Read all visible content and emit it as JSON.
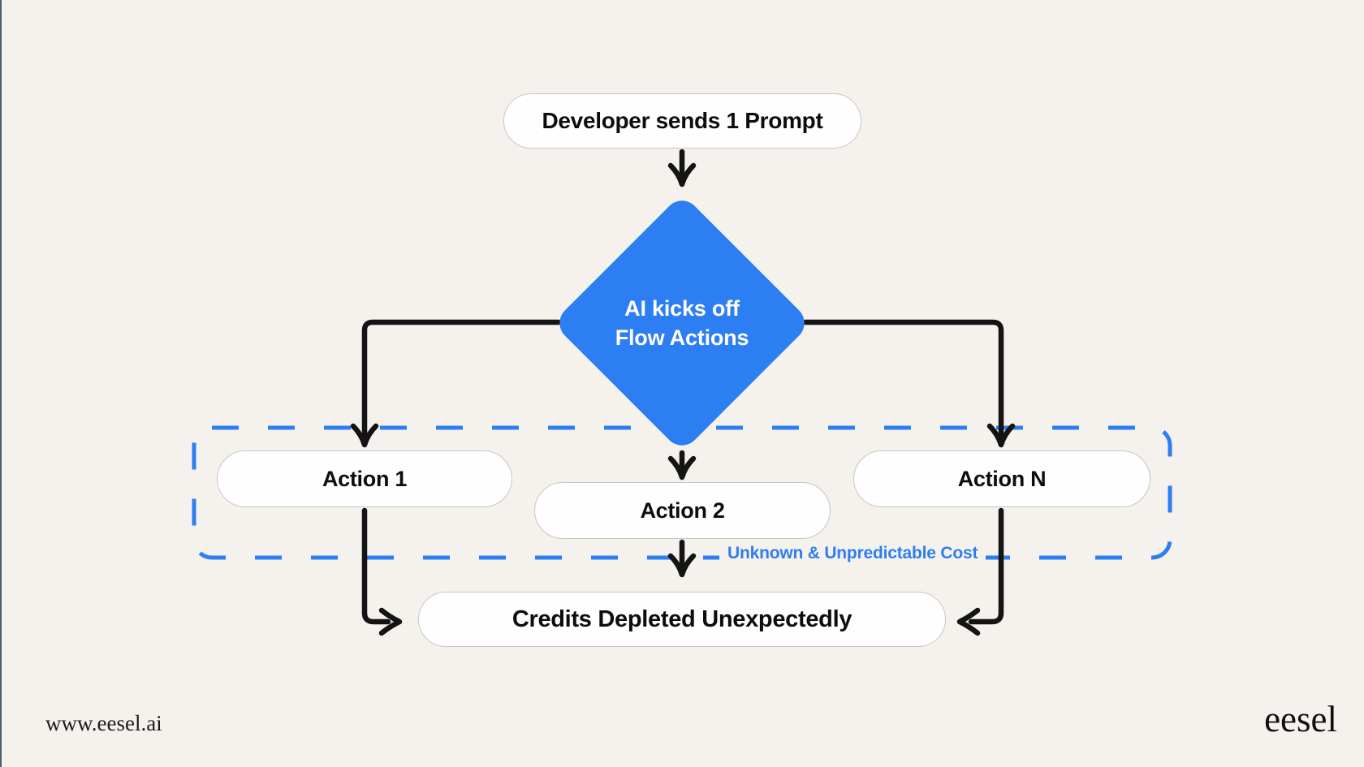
{
  "canvas": {
    "background": "#f5f2ee",
    "edge_strip_color": "#4a626d"
  },
  "colors": {
    "accent_blue": "#2d7ef2",
    "arrow_black": "#141414",
    "node_border": "#c9c6c1"
  },
  "flowchart": {
    "start": "Developer sends 1 Prompt",
    "decision": "AI kicks off\nFlow Actions",
    "action_1": "Action 1",
    "action_2": "Action 2",
    "action_n": "Action N",
    "cost_note": "Unknown & Unpredictable Cost",
    "end": "Credits Depleted Unexpectedly"
  },
  "footer": {
    "website": "www.eesel.ai",
    "brand": "eesel"
  }
}
